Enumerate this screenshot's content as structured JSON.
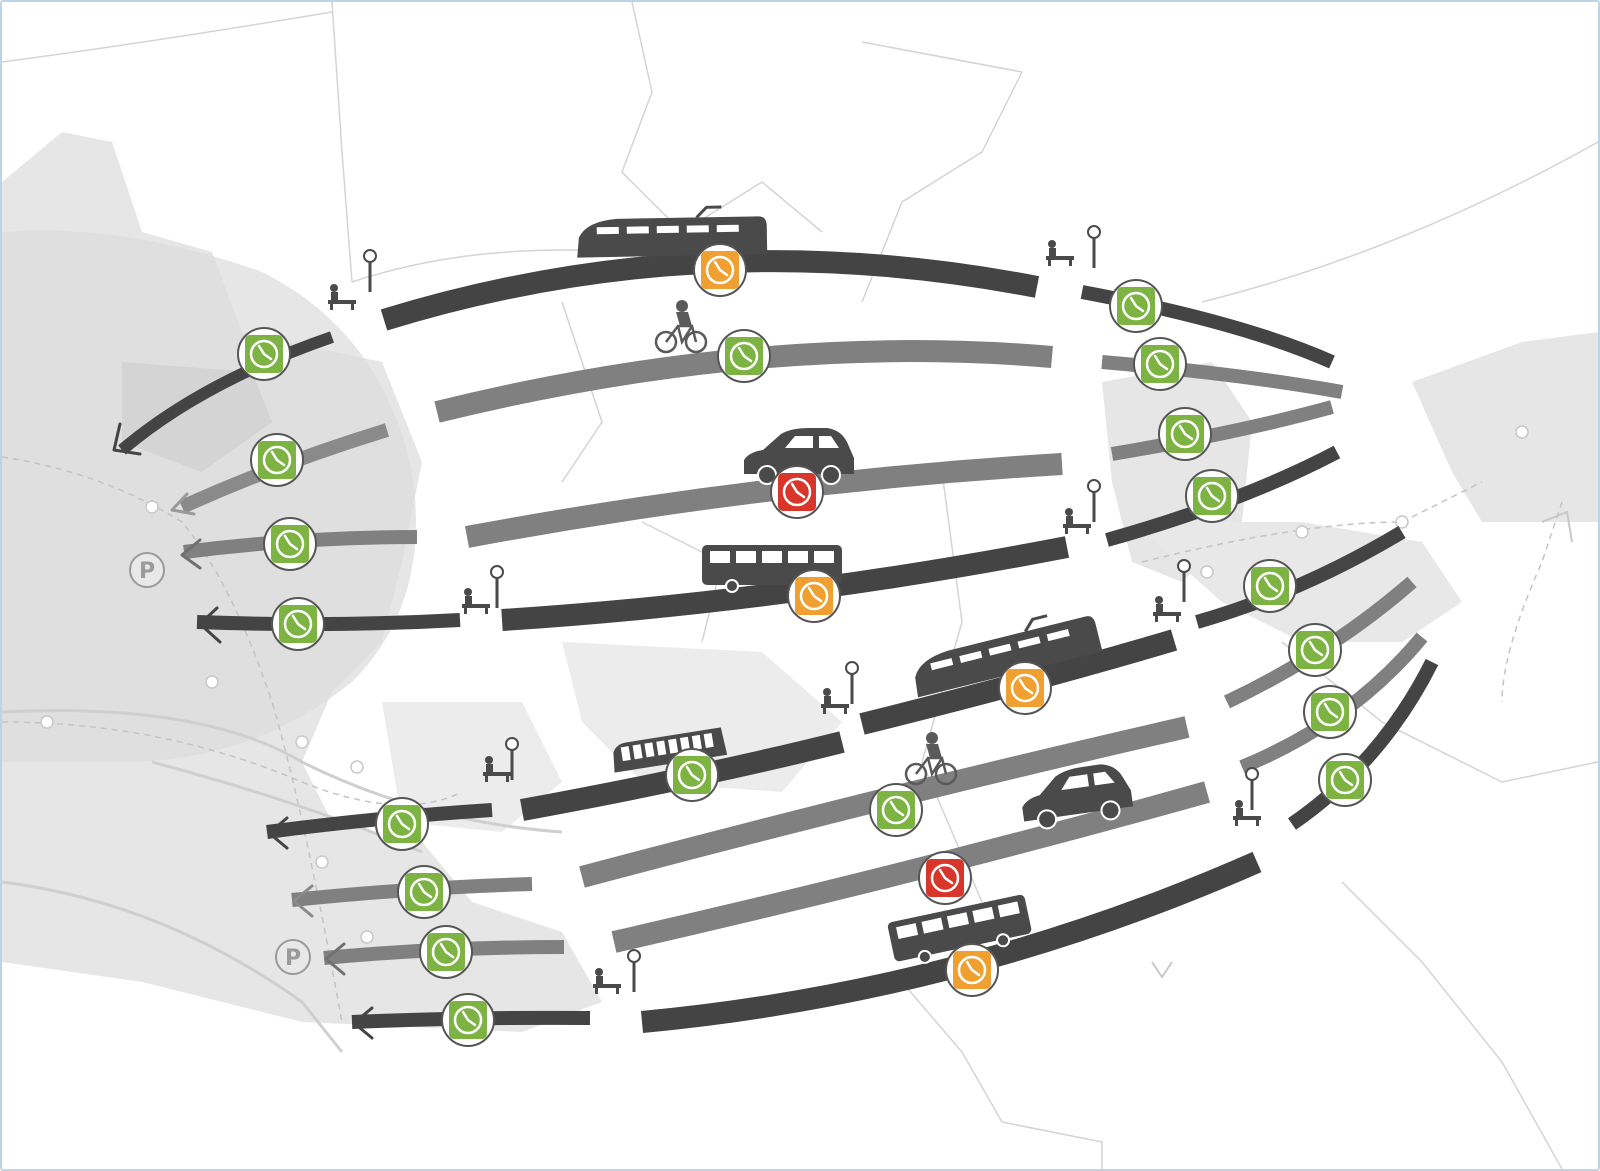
{
  "diagram": {
    "colors": {
      "background": "#ffffff",
      "urban_area": "#e4e4e4",
      "map_lines": "#d6d6d6",
      "dark_band": "#444444",
      "light_band": "#808080",
      "clock_green": "#7cb342",
      "clock_orange": "#f0a030",
      "clock_red": "#d9362b",
      "pictogram": "#4a4a4a"
    },
    "parking_label": "P",
    "corridors": [
      {
        "group": "upper",
        "mode": "train",
        "band": "dark",
        "travel_time": "orange"
      },
      {
        "group": "upper",
        "mode": "bicycle",
        "band": "light",
        "travel_time": "green"
      },
      {
        "group": "upper",
        "mode": "car",
        "band": "light",
        "travel_time": "red"
      },
      {
        "group": "upper",
        "mode": "bus",
        "band": "dark",
        "travel_time": "orange"
      },
      {
        "group": "lower",
        "mode": "train",
        "band": "dark",
        "travel_time": "orange"
      },
      {
        "group": "lower",
        "mode": "tram",
        "band": "dark",
        "travel_time": "green"
      },
      {
        "group": "lower",
        "mode": "bicycle",
        "band": "light",
        "travel_time": "green"
      },
      {
        "group": "lower",
        "mode": "car",
        "band": "light",
        "travel_time": "red"
      },
      {
        "group": "lower",
        "mode": "bus",
        "band": "dark",
        "travel_time": "orange"
      }
    ],
    "legend_icons": [
      "clock-icon",
      "train-icon",
      "bicycle-icon",
      "car-icon",
      "bus-icon",
      "tram-icon",
      "bench-icon",
      "lamp-post-icon",
      "parking-icon",
      "arrow-icon"
    ]
  }
}
